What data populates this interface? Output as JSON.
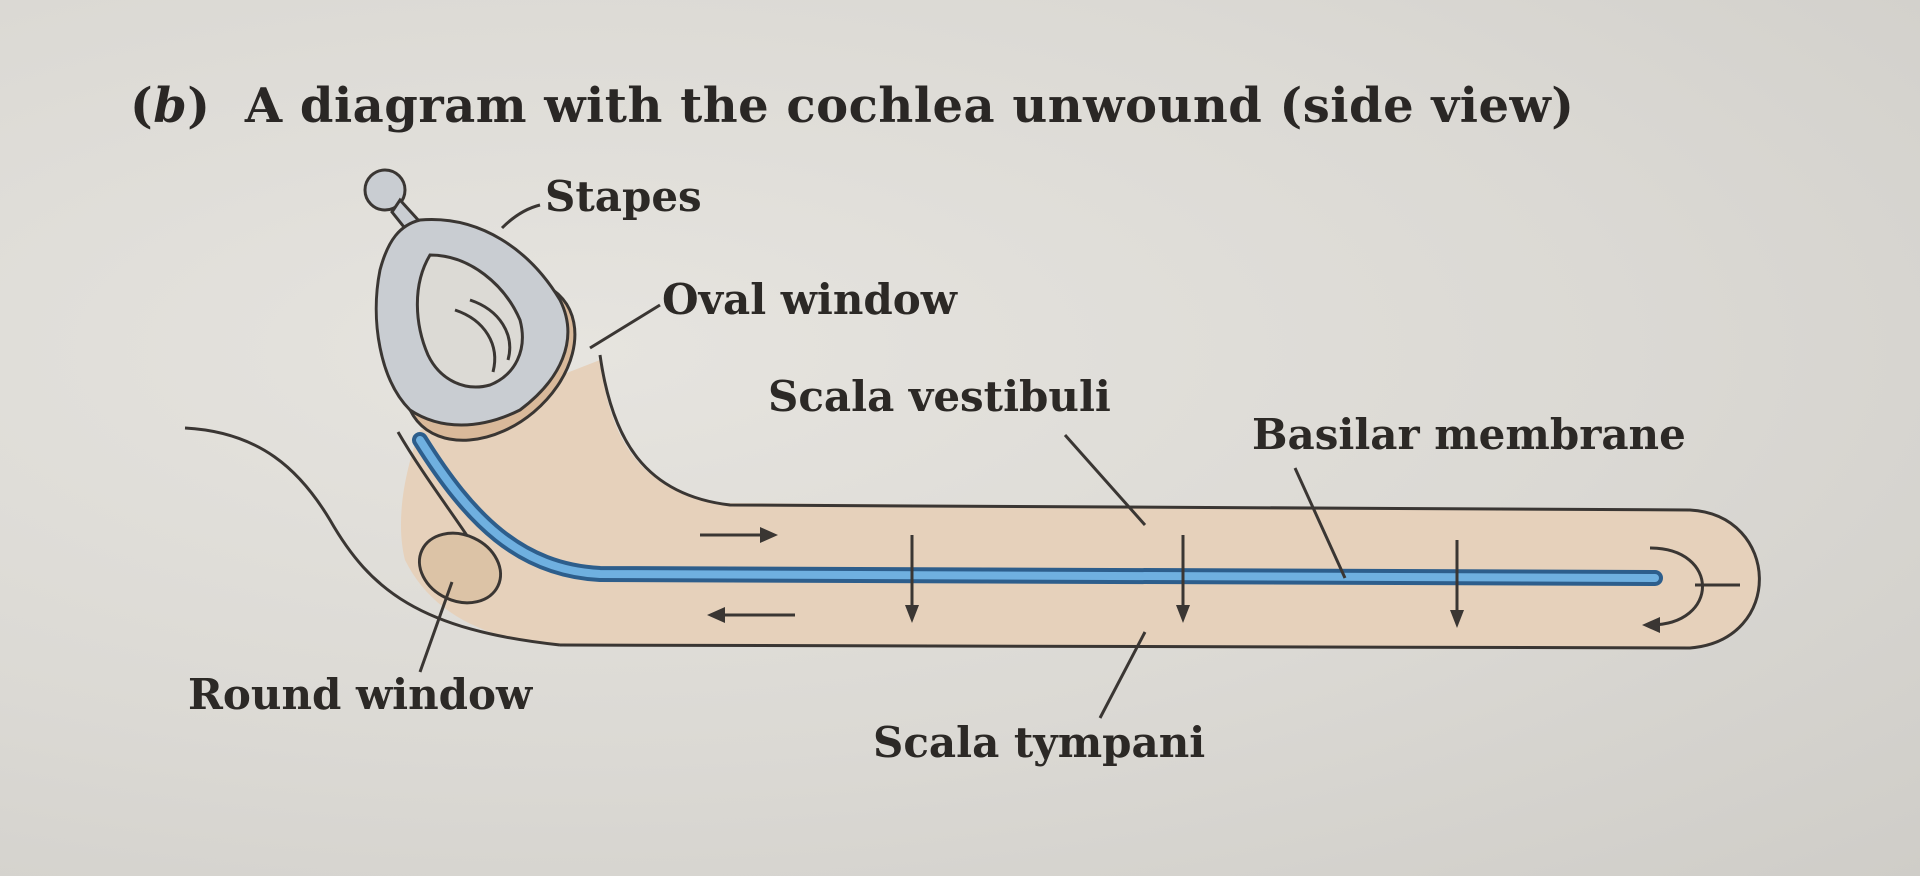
{
  "title": {
    "prefix": "(",
    "letter": "b",
    "suffix": ")",
    "text": "A diagram with the cochlea unwound (side view)"
  },
  "labels": {
    "stapes": "Stapes",
    "oval_window": "Oval window",
    "scala_vestibuli": "Scala vestibuli",
    "basilar_membrane": "Basilar membrane",
    "round_window": "Round window",
    "scala_tympani": "Scala tympani"
  },
  "colors": {
    "background": "#dcdad5",
    "cochlea_fill": "#e6d1bb",
    "stapes_fill": "#c9cdd2",
    "oval_window_fill": "#d9b99a",
    "basilar_membrane": "#3f86c2",
    "outline": "#3a3633"
  }
}
